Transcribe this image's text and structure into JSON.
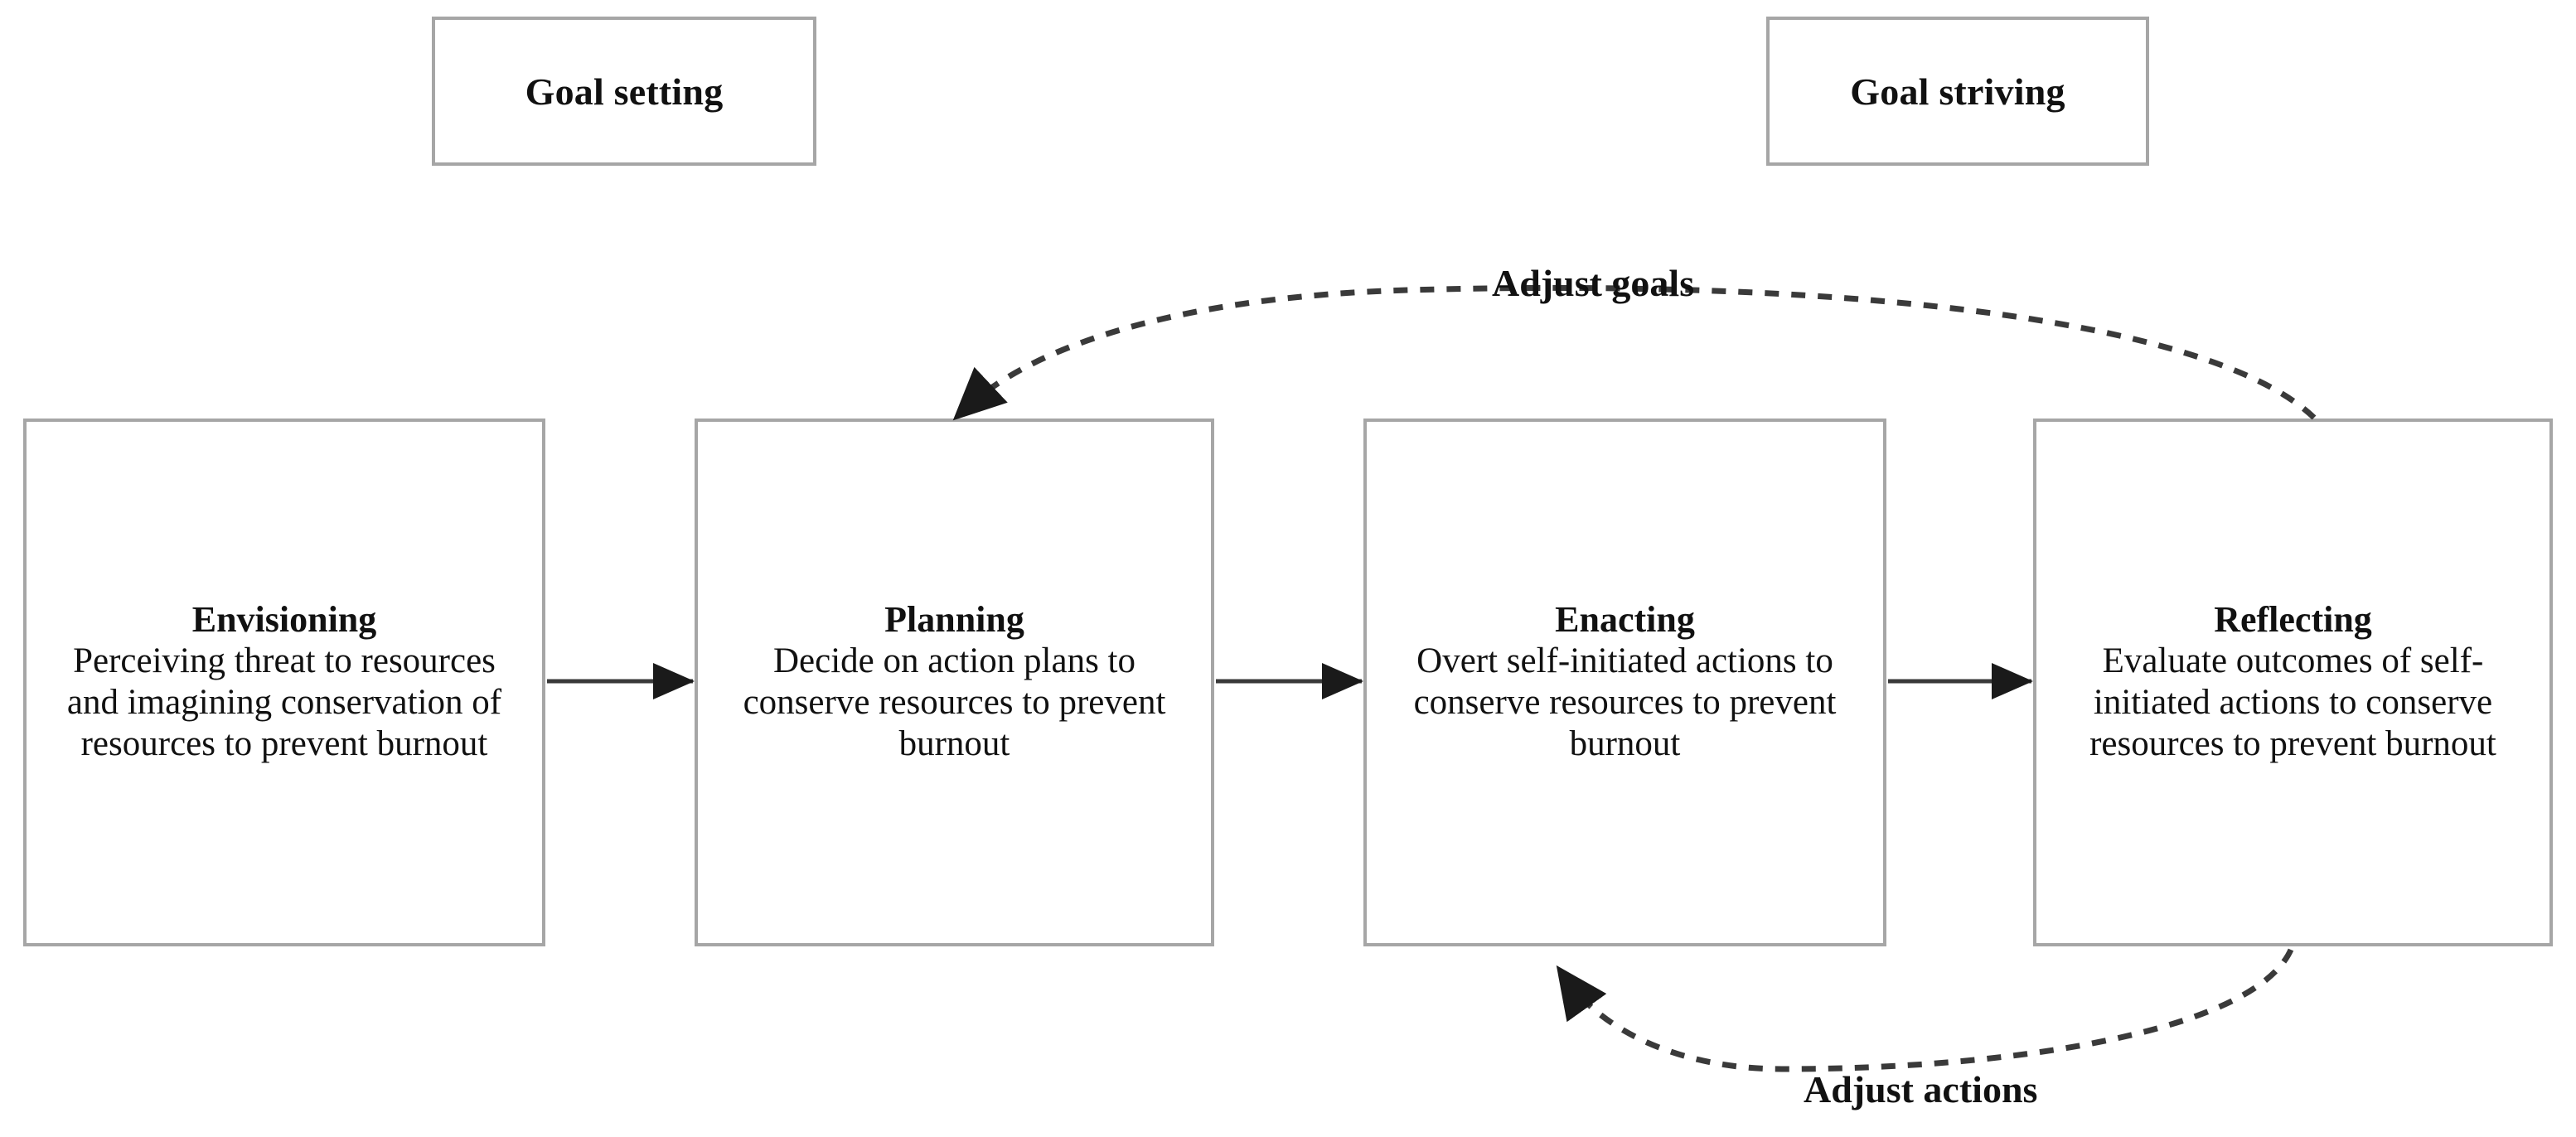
{
  "diagram": {
    "type": "flow-diagram",
    "background_color": "#ffffff",
    "box_border_color": "#a6a6a6",
    "line_color": "#3a3a3a",
    "text_color": "#111111",
    "phases": [
      {
        "id": "goal-setting",
        "label": "Goal setting"
      },
      {
        "id": "goal-striving",
        "label": "Goal striving"
      }
    ],
    "stages": [
      {
        "id": "envisioning",
        "title": "Envisioning",
        "description": "Perceiving threat to resources and imagining conservation of resources to prevent burnout"
      },
      {
        "id": "planning",
        "title": "Planning",
        "description": "Decide on action plans to conserve resources to prevent burnout"
      },
      {
        "id": "enacting",
        "title": "Enacting",
        "description": "Overt self-initiated actions to conserve resources to prevent burnout"
      },
      {
        "id": "reflecting",
        "title": "Reflecting",
        "description": "Evaluate outcomes of self-initiated actions to conserve resources to prevent burnout"
      }
    ],
    "feedback_loops": [
      {
        "id": "adjust-goals",
        "label": "Adjust goals",
        "from": "reflecting",
        "to": "planning",
        "style": "dashed",
        "position": "above"
      },
      {
        "id": "adjust-actions",
        "label": "Adjust actions",
        "from": "reflecting",
        "to": "enacting",
        "style": "dashed",
        "position": "below"
      }
    ],
    "forward_arrows": [
      {
        "id": "envisioning-to-planning",
        "from": "envisioning",
        "to": "planning"
      },
      {
        "id": "planning-to-enacting",
        "from": "planning",
        "to": "enacting"
      },
      {
        "id": "enacting-to-reflecting",
        "from": "enacting",
        "to": "reflecting"
      }
    ]
  }
}
